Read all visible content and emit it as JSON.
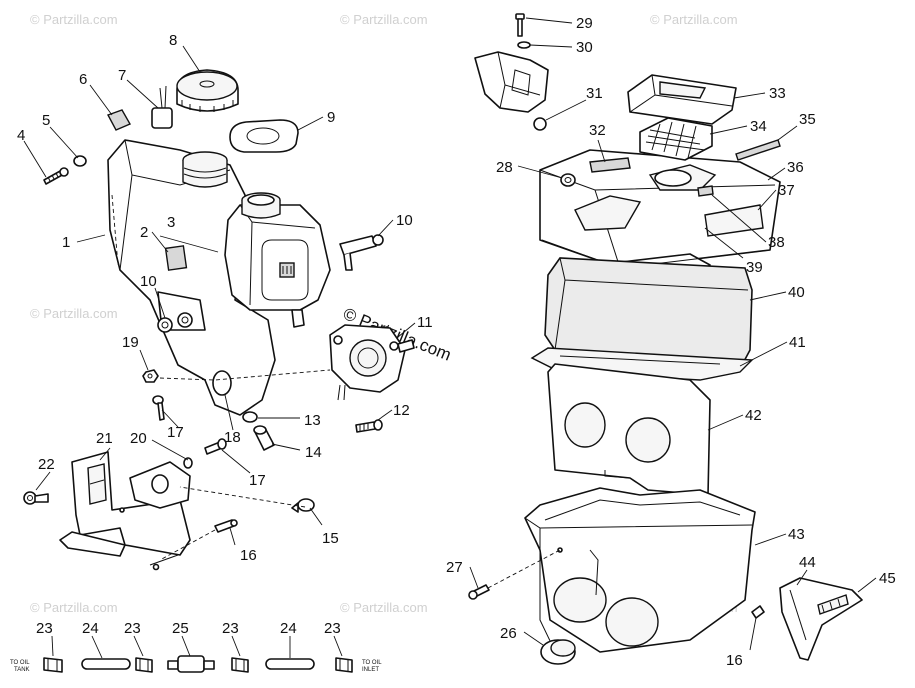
{
  "watermark": {
    "text": "© Partzilla.com",
    "main_text": "© Partzilla.com"
  },
  "callouts": {
    "c1": "1",
    "c2": "2",
    "c3": "3",
    "c4": "4",
    "c5": "5",
    "c6": "6",
    "c7": "7",
    "c8": "8",
    "c9": "9",
    "c10a": "10",
    "c10b": "10",
    "c11": "11",
    "c12": "12",
    "c13": "13",
    "c14": "14",
    "c15": "15",
    "c16a": "16",
    "c16b": "16",
    "c17a": "17",
    "c17b": "17",
    "c18": "18",
    "c19": "19",
    "c20": "20",
    "c21": "21",
    "c22": "22",
    "c23a": "23",
    "c23b": "23",
    "c23c": "23",
    "c23d": "23",
    "c24a": "24",
    "c24b": "24",
    "c25": "25",
    "c26": "26",
    "c27": "27",
    "c28": "28",
    "c29": "29",
    "c30": "30",
    "c31": "31",
    "c32": "32",
    "c33": "33",
    "c34": "34",
    "c35": "35",
    "c36": "36",
    "c37": "37",
    "c38": "38",
    "c39": "39",
    "c40": "40",
    "c41": "41",
    "c42": "42",
    "c43": "43",
    "c44": "44",
    "c45": "45"
  },
  "hose_labels": {
    "left_line1": "TO OIL",
    "left_line2": "TANK",
    "right_line1": "TO OIL",
    "right_line2": "INLET"
  }
}
